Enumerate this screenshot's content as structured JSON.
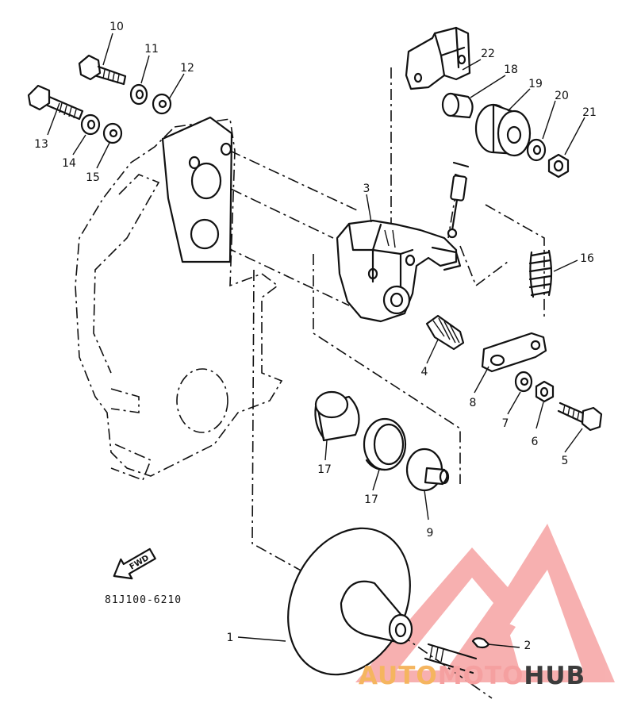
{
  "diagram": {
    "part_code": "81J100-6210",
    "fwd_label": "FWD",
    "callouts": [
      "1",
      "2",
      "3",
      "4",
      "5",
      "6",
      "7",
      "8",
      "9",
      "10",
      "11",
      "12",
      "13",
      "14",
      "15",
      "16",
      "17",
      "17",
      "18",
      "19",
      "20",
      "21",
      "22"
    ]
  },
  "watermark": {
    "text_part1": "AUTO",
    "text_part2": "MOTO",
    "text_part3": "HUB",
    "colors": {
      "logo": "#f08a8a",
      "auto": "#f5b55f",
      "moto": "#f5a0a0",
      "hub": "#3c3c3c"
    }
  }
}
